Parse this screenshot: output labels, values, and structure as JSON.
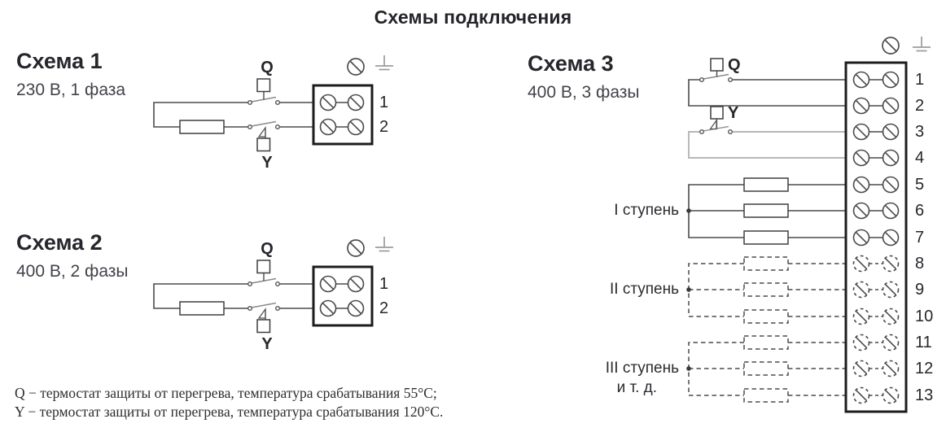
{
  "page": {
    "title": "Схемы подключения"
  },
  "colors": {
    "ink": "#26262c",
    "wire": "#4b4b4b",
    "wire_grey": "#a0a0a0",
    "wire_light_grey": "#b7b7b7",
    "background": "#ffffff"
  },
  "icons": {
    "screw_terminal": "⊘",
    "earth_ground": "⏚"
  },
  "schemes": [
    {
      "title": "Схема 1",
      "subtitle": "230 В, 1 фаза",
      "thermostat_top": "Q",
      "thermostat_bottom": "Y",
      "terminals": [
        "1",
        "2"
      ]
    },
    {
      "title": "Схема 2",
      "subtitle": "400 В, 2 фазы",
      "thermostat_top": "Q",
      "thermostat_bottom": "Y",
      "terminals": [
        "1",
        "2"
      ]
    },
    {
      "title": "Схема 3",
      "subtitle": "400 В, 3 фазы",
      "thermostat_top": "Q",
      "thermostat_bottom": "Y",
      "stages": [
        {
          "label": "I ступень"
        },
        {
          "label": "II ступень"
        },
        {
          "label": "III ступень"
        }
      ],
      "etc_label": "и т. д.",
      "terminals": [
        "1",
        "2",
        "3",
        "4",
        "5",
        "6",
        "7",
        "8",
        "9",
        "10",
        "11",
        "12",
        "13"
      ]
    }
  ],
  "legend": {
    "lines": [
      "Q − термостат защиты от перегрева, температура срабатывания 55°C;",
      "Y − термостат защиты от перегрева, температура срабатывания 120°C."
    ]
  }
}
